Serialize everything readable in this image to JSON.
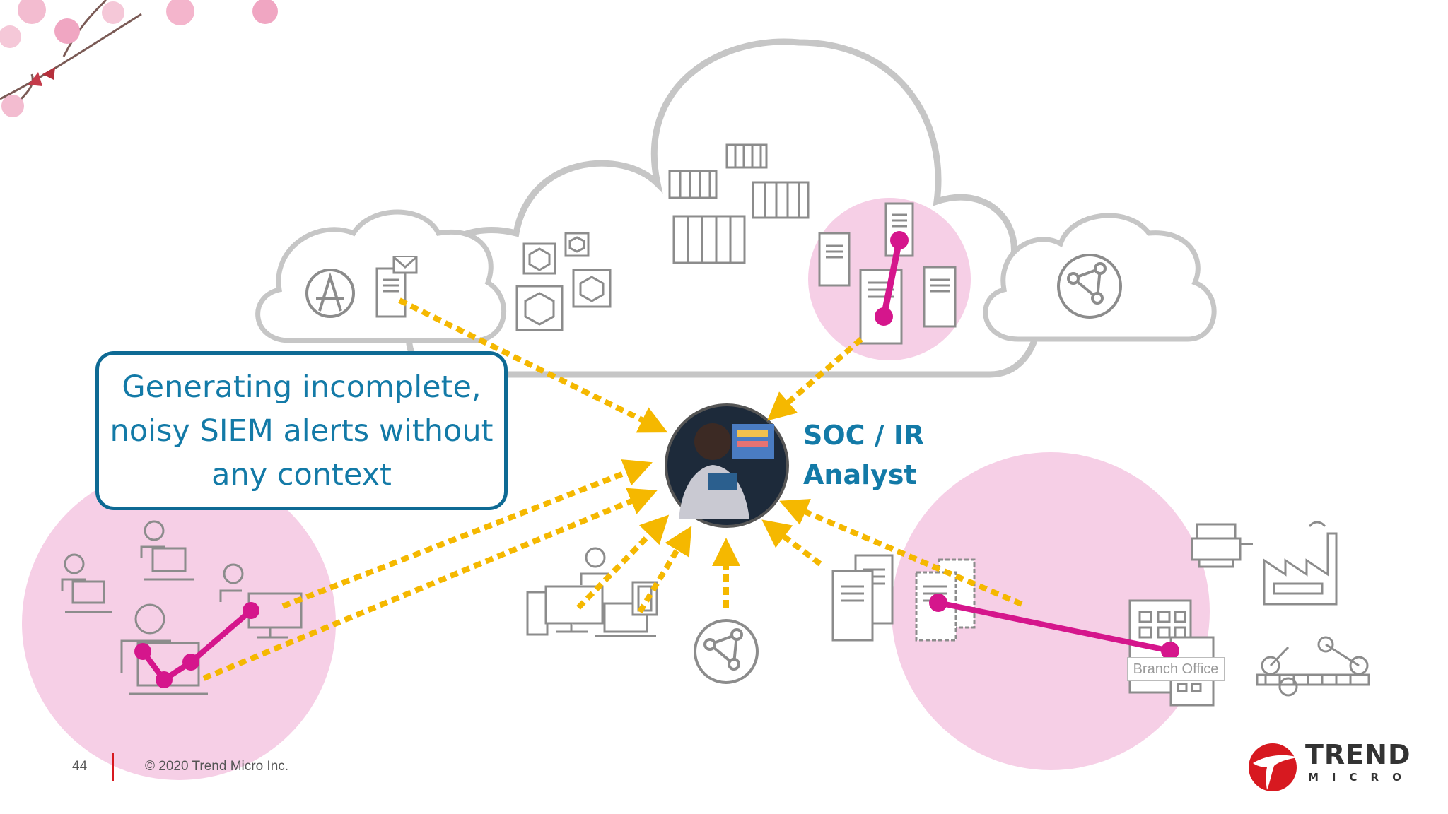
{
  "callout": {
    "lines": [
      "Generating incomplete,",
      "noisy SIEM alerts without",
      "any context"
    ]
  },
  "analyst": {
    "lines": [
      "SOC / IR",
      "Analyst"
    ]
  },
  "branch_office": {
    "label": "Branch Office"
  },
  "footer": {
    "page_number": "44",
    "copyright": "© 2020 Trend Micro Inc."
  },
  "logo": {
    "word": "TREND",
    "sub": "MICRO"
  },
  "colors": {
    "magenta": "#d5168c",
    "pink_zone": "#f6cfe6",
    "arrow": "#f5b800",
    "cloud_outline": "#c6c6c6",
    "icon": "#8c8c8c",
    "text_blue": "#137aa7",
    "callout_border": "#0e6a94",
    "logo_red": "#d71920"
  }
}
